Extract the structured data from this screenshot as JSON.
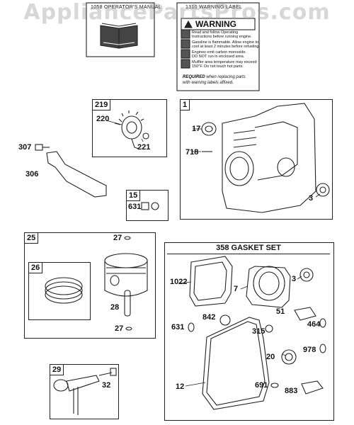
{
  "watermark": "AppliancePartsPros.com",
  "manual": {
    "title": "1058 OPERATOR'S MANUAL"
  },
  "warning_label": {
    "title": "1310 WARNING LABEL",
    "heading": "WARNING",
    "lines": [
      "Read and follow Operating",
      "Instructions before running engine.",
      "Gasoline is flammable. Allow engine to",
      "cool at least 2 minutes before refueling.",
      "Engines emit carbon monoxide.",
      "DO NOT run in enclosed area.",
      "Muffler area temperature may exceed",
      "150°F. Do not touch hot parts."
    ],
    "note_bold": "REQUIRED",
    "note_rest": "when replacing parts",
    "note_line2": "with warning labels affixed."
  },
  "groups": {
    "g219": "219",
    "g1": "1",
    "g15": "15",
    "g25": "25",
    "g26": "26",
    "g29": "29"
  },
  "gasket_set": {
    "title": "358 GASKET SET"
  },
  "parts": {
    "p220": "220",
    "p221": "221",
    "p307": "307",
    "p306": "306",
    "p631a": "631",
    "p17": "17",
    "p718": "718",
    "p3a": "3",
    "p27a": "27",
    "p28": "28",
    "p27b": "27",
    "p32": "32",
    "p1022": "1022",
    "p7": "7",
    "p3b": "3",
    "p51": "51",
    "p842": "842",
    "p631b": "631",
    "p315": "315",
    "p464": "464",
    "p20": "20",
    "p978": "978",
    "p12": "12",
    "p691": "691",
    "p883": "883"
  }
}
